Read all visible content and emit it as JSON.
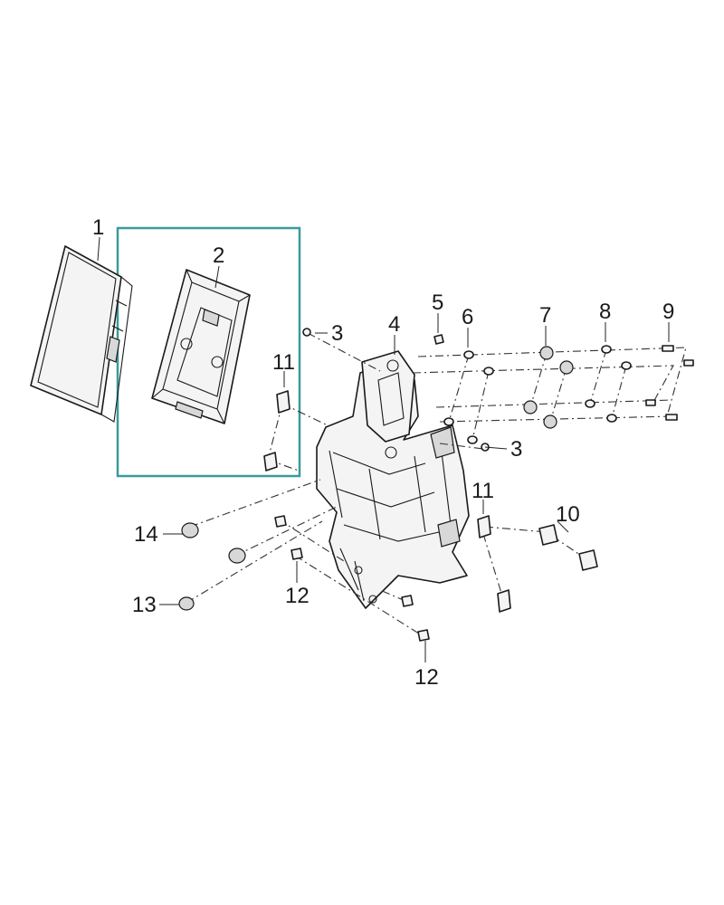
{
  "diagram": {
    "highlight_color": "#3a9a9a",
    "callouts": {
      "c1": "1",
      "c2": "2",
      "c3a": "3",
      "c3b": "3",
      "c4": "4",
      "c5": "5",
      "c6": "6",
      "c7": "7",
      "c8": "8",
      "c9": "9",
      "c10": "10",
      "c11a": "11",
      "c11b": "11",
      "c12a": "12",
      "c12b": "12",
      "c13": "13",
      "c14": "14"
    }
  }
}
